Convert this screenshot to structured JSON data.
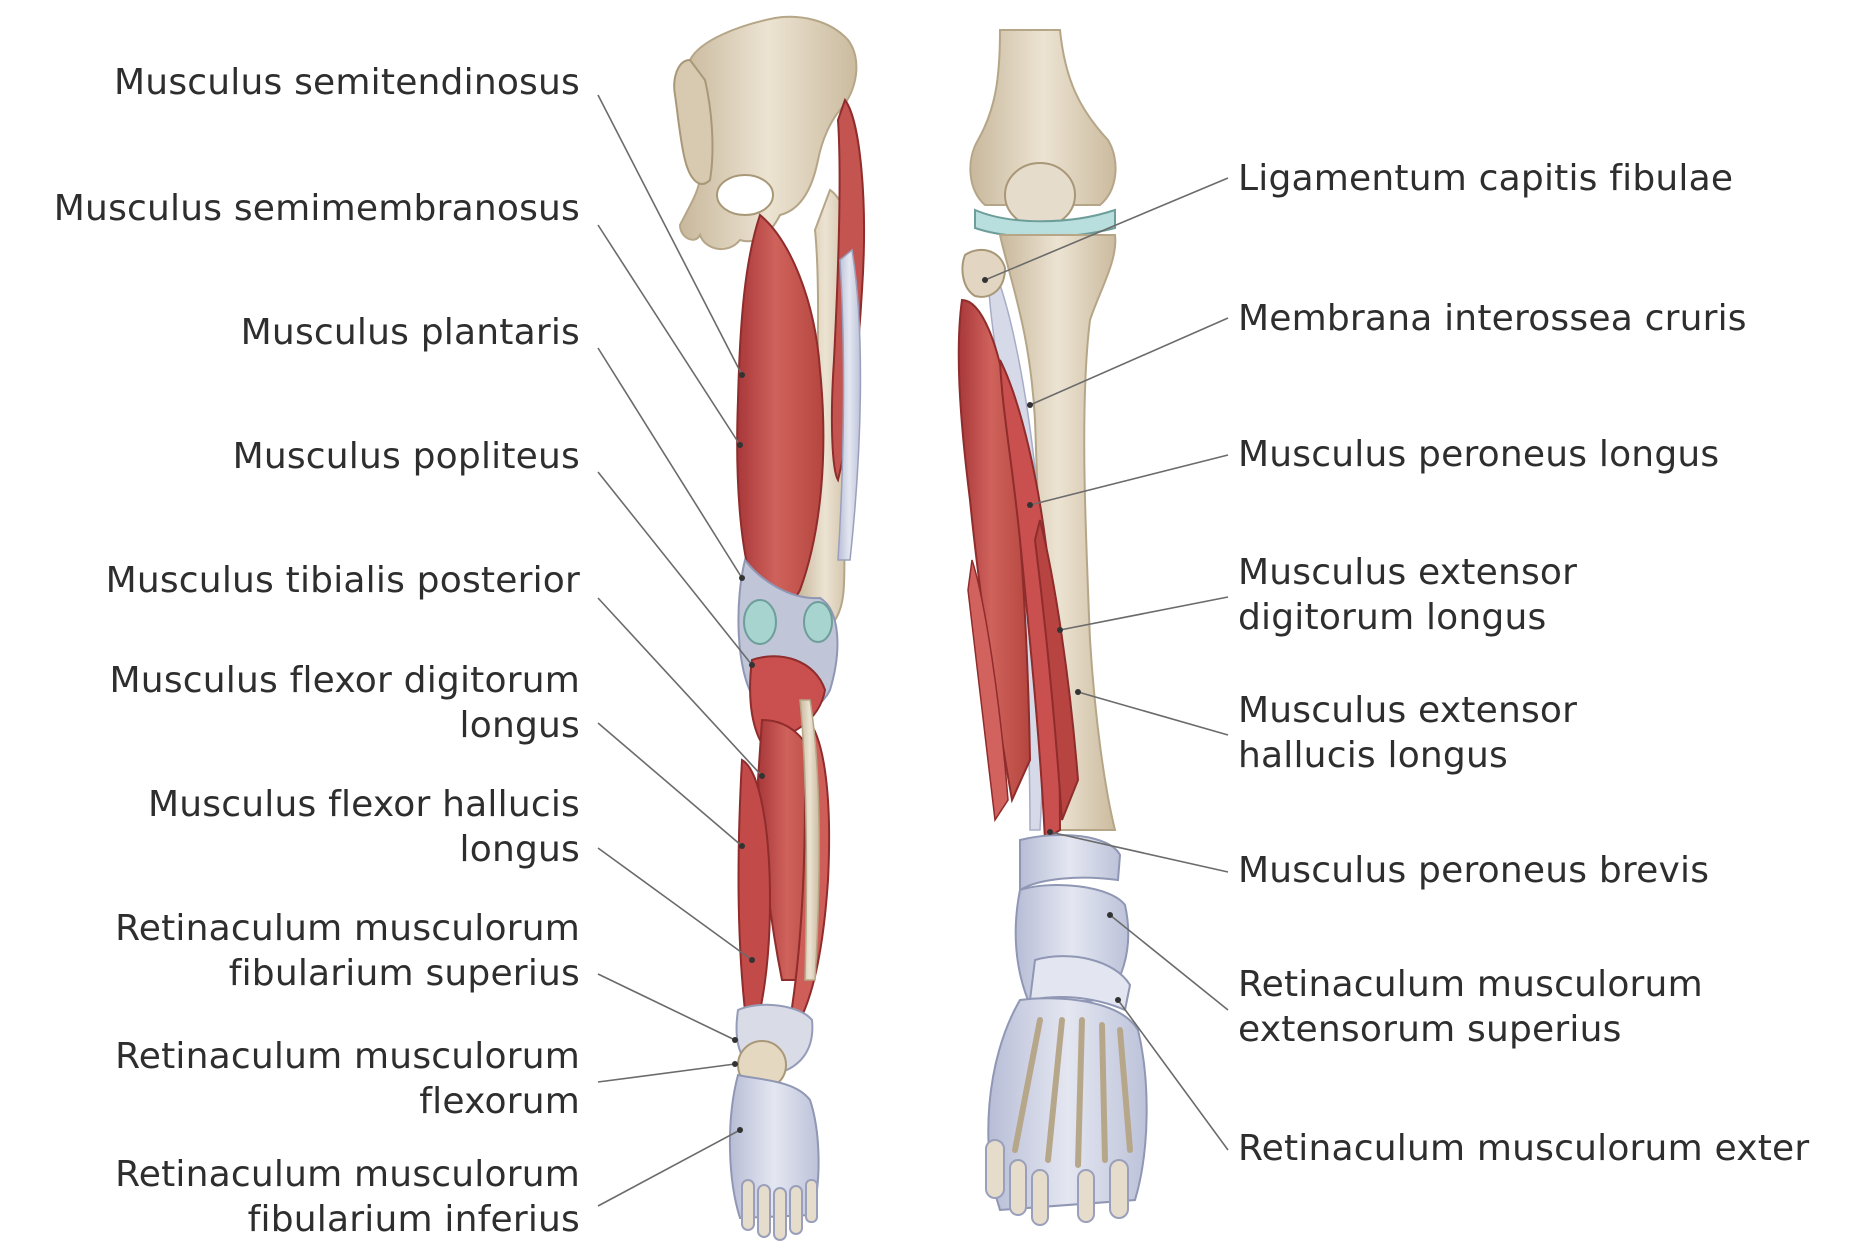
{
  "colors": {
    "background": "#ffffff",
    "label_text": "#2e2e2e",
    "leader_line": "#6b6b6b",
    "muscle": "#c9504e",
    "muscle_dark": "#a8383a",
    "bone": "#e2d6c2",
    "bone_shade": "#c8b89c",
    "tendon": "#cfd3e4",
    "cartilage": "#b9dede"
  },
  "left_labels": [
    {
      "lines": [
        "Musculus semitendinosus"
      ]
    },
    {
      "lines": [
        "Musculus semimembranosus"
      ]
    },
    {
      "lines": [
        "Musculus plantaris"
      ]
    },
    {
      "lines": [
        "Musculus popliteus"
      ]
    },
    {
      "lines": [
        "Musculus tibialis posterior"
      ]
    },
    {
      "lines": [
        "Musculus flexor digitorum",
        "longus"
      ]
    },
    {
      "lines": [
        "Musculus flexor hallucis",
        "longus"
      ]
    },
    {
      "lines": [
        "Retinaculum musculorum",
        "fibularium superius"
      ]
    },
    {
      "lines": [
        "Retinaculum musculorum",
        "flexorum"
      ]
    },
    {
      "lines": [
        "Retinaculum musculorum",
        "fibularium inferius"
      ]
    }
  ],
  "right_labels": [
    {
      "lines": [
        "Ligamentum capitis fibulae"
      ]
    },
    {
      "lines": [
        "Membrana interossea cruris"
      ]
    },
    {
      "lines": [
        "Musculus peroneus longus"
      ]
    },
    {
      "lines": [
        "Musculus extensor",
        "digitorum longus"
      ]
    },
    {
      "lines": [
        "Musculus extensor",
        "hallucis longus"
      ]
    },
    {
      "lines": [
        "Musculus peroneus brevis"
      ]
    },
    {
      "lines": [
        "Retinaculum musculorum",
        "extensorum superius"
      ]
    },
    {
      "lines": [
        "Retinaculum musculorum exter"
      ]
    }
  ]
}
